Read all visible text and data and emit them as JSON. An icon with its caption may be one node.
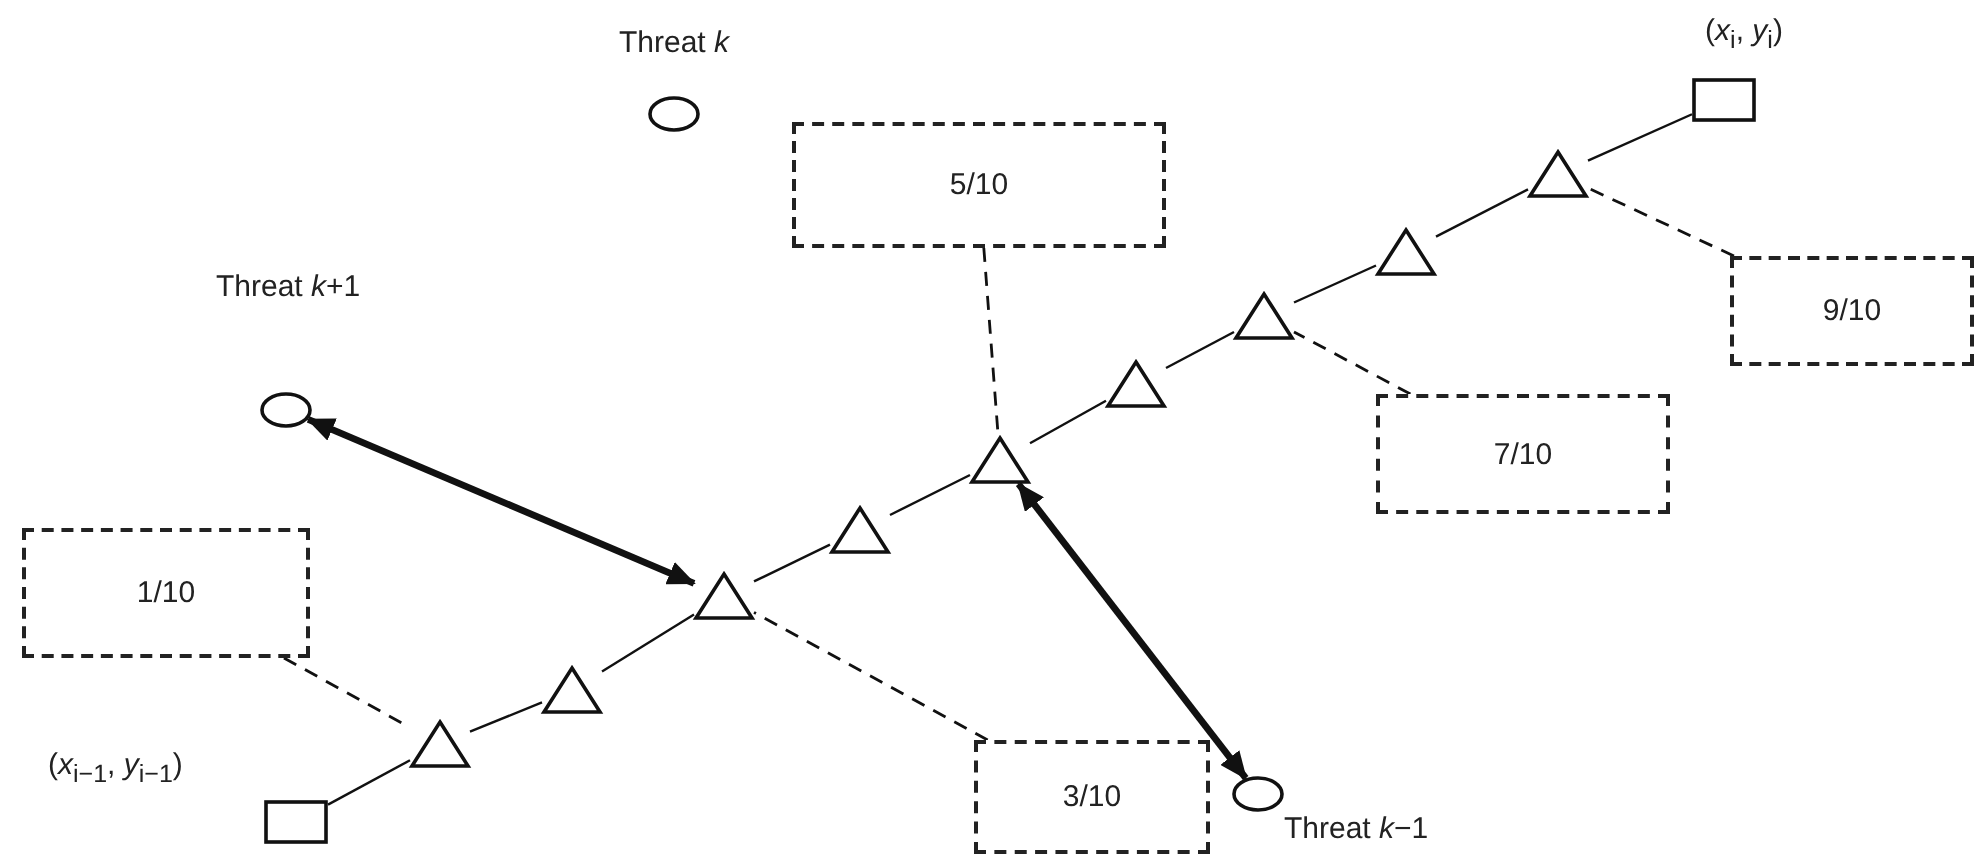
{
  "diagram": {
    "nodes": [
      {
        "text": [
          "Threat *k*"
        ]
      },
      {
        "text": [
          "(*x*$_{i}$, *y*$_{i}$)"
        ]
      },
      {
        "text": [
          "5/10"
        ]
      },
      {
        "text": [
          "Threat *k*+1"
        ]
      },
      {
        "text": [
          "9/10"
        ]
      },
      {
        "text": [
          "7/10"
        ]
      },
      {
        "text": [
          "1/10"
        ]
      },
      {
        "text": [
          "Threat *k*−1"
        ]
      },
      {
        "text": [
          "(*x*$_{i−1}$, *y*$_{i−1}$)"
        ]
      },
      {
        "text": [
          "3/10"
        ]
      },
      {
        "text": [],
        "shape": "triangle"
      },
      {
        "text": [],
        "shape": "triangle"
      },
      {
        "text": [],
        "shape": "triangle"
      },
      {
        "text": [],
        "shape": "triangle"
      },
      {
        "text": [],
        "shape": "triangle"
      },
      {
        "text": [],
        "shape": "triangle"
      },
      {
        "text": [],
        "shape": "triangle"
      },
      {
        "text": [],
        "shape": "triangle"
      },
      {
        "text": [],
        "shape": "triangle"
      }
    ],
    "edges": [
      {
        "from": 8,
        "to": 10,
        "arrow": "none"
      },
      {
        "from": 10,
        "to": 11,
        "arrow": "none"
      },
      {
        "from": 11,
        "to": 12,
        "arrow": "none"
      },
      {
        "from": 12,
        "to": 13,
        "arrow": "none"
      },
      {
        "from": 13,
        "to": 14,
        "arrow": "none"
      },
      {
        "from": 14,
        "to": 15,
        "arrow": "none"
      },
      {
        "from": 15,
        "to": 16,
        "arrow": "none"
      },
      {
        "from": 16,
        "to": 17,
        "arrow": "none"
      },
      {
        "from": 17,
        "to": 18,
        "arrow": "none"
      },
      {
        "from": 18,
        "to": 1,
        "arrow": "none"
      },
      {
        "from": 6,
        "to": 10,
        "arrow": "none",
        "style": "dashed"
      },
      {
        "from": 9,
        "to": 12,
        "arrow": "none",
        "style": "dashed"
      },
      {
        "from": 2,
        "to": 14,
        "arrow": "none",
        "style": "dashed"
      },
      {
        "from": 5,
        "to": 16,
        "arrow": "none",
        "style": "dashed"
      },
      {
        "from": 4,
        "to": 18,
        "arrow": "none",
        "style": "dashed"
      },
      {
        "from": 3,
        "to": 12,
        "arrow": "both",
        "style": "thick"
      },
      {
        "from": 14,
        "to": 7,
        "arrow": "both",
        "style": "thick"
      }
    ]
  }
}
